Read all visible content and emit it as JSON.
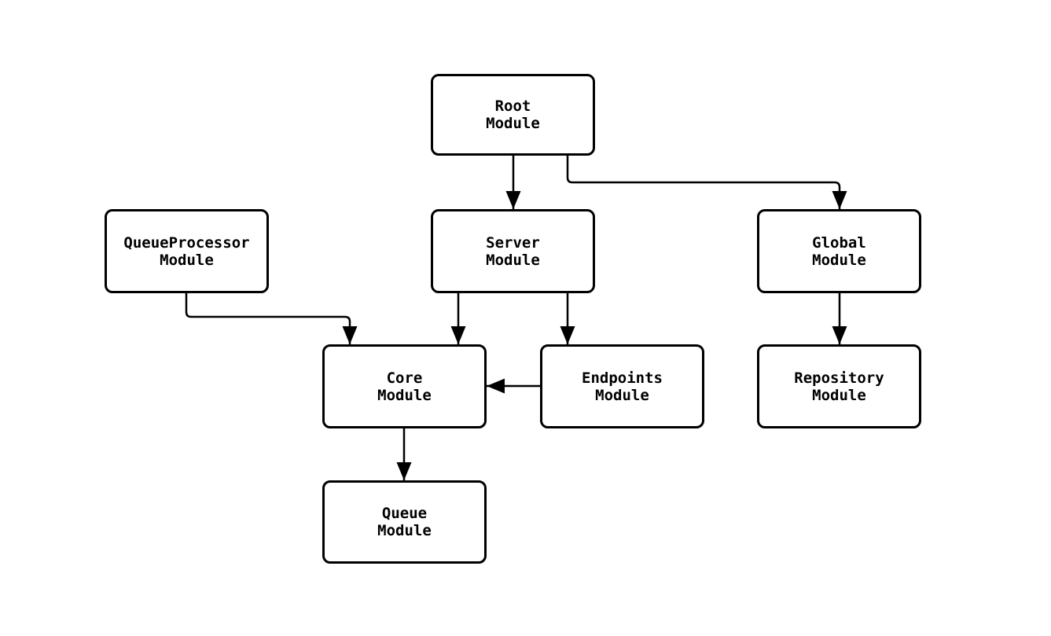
{
  "diagram": {
    "type": "module-dependency-graph",
    "background_color": "#ffffff",
    "node_fill_color": "#ffffff",
    "line_color": "#000000",
    "nodes": [
      {
        "id": "root",
        "label": "Root\nModule"
      },
      {
        "id": "queueprocessor",
        "label": "QueueProcessor\nModule"
      },
      {
        "id": "server",
        "label": "Server\nModule"
      },
      {
        "id": "global",
        "label": "Global\nModule"
      },
      {
        "id": "core",
        "label": "Core\nModule"
      },
      {
        "id": "endpoints",
        "label": "Endpoints\nModule"
      },
      {
        "id": "repository",
        "label": "Repository\nModule"
      },
      {
        "id": "queue",
        "label": "Queue\nModule"
      }
    ],
    "edges": [
      {
        "from": "Root Module",
        "to": "Server Module"
      },
      {
        "from": "Root Module",
        "to": "Global Module"
      },
      {
        "from": "QueueProcessor Module",
        "to": "Core Module"
      },
      {
        "from": "Server Module",
        "to": "Core Module"
      },
      {
        "from": "Server Module",
        "to": "Endpoints Module"
      },
      {
        "from": "Endpoints Module",
        "to": "Core Module"
      },
      {
        "from": "Global Module",
        "to": "Repository Module"
      },
      {
        "from": "Core Module",
        "to": "Queue Module"
      }
    ]
  }
}
